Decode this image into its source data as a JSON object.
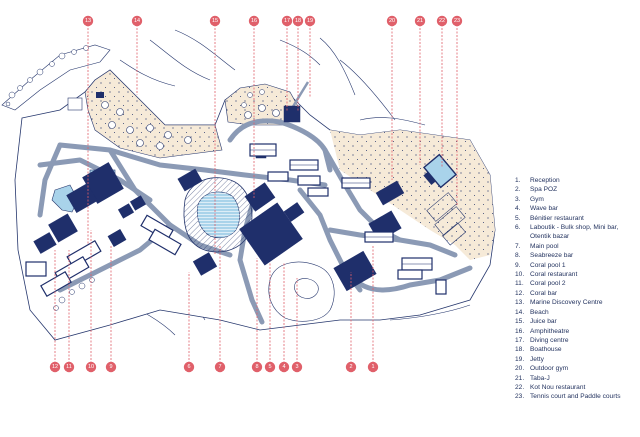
{
  "legend": [
    {
      "num": "1.",
      "label": "Reception"
    },
    {
      "num": "2.",
      "label": "Spa POZ"
    },
    {
      "num": "3.",
      "label": "Gym"
    },
    {
      "num": "4.",
      "label": "Wave bar"
    },
    {
      "num": "5.",
      "label": "Bénitier restaurant"
    },
    {
      "num": "6.",
      "label": "Laboutik - Bulk shop, Mini bar,"
    },
    {
      "num": "",
      "label": "Otentik bazar"
    },
    {
      "num": "7.",
      "label": "Main pool"
    },
    {
      "num": "8.",
      "label": "Seabreeze bar"
    },
    {
      "num": "9.",
      "label": "Coral pool 1"
    },
    {
      "num": "10.",
      "label": "Coral restaurant"
    },
    {
      "num": "11.",
      "label": "Coral pool 2"
    },
    {
      "num": "12.",
      "label": "Coral bar"
    },
    {
      "num": "13.",
      "label": "Marine Discovery Centre"
    },
    {
      "num": "14.",
      "label": "Beach"
    },
    {
      "num": "15.",
      "label": "Juice bar"
    },
    {
      "num": "16.",
      "label": "Amphitheatre"
    },
    {
      "num": "17.",
      "label": "Diving centre"
    },
    {
      "num": "18.",
      "label": "Boathouse"
    },
    {
      "num": "19.",
      "label": "Jetty"
    },
    {
      "num": "20.",
      "label": "Outdoor gym"
    },
    {
      "num": "21.",
      "label": "Taba-J"
    },
    {
      "num": "22.",
      "label": "Kot Nou restaurant"
    },
    {
      "num": "23.",
      "label": "Tennis court and Paddle courts"
    }
  ],
  "pins_top": [
    "13",
    "14",
    "15",
    "16",
    "17",
    "18",
    "19",
    "20",
    "21",
    "22",
    "23"
  ],
  "pins_bottom": [
    "12",
    "11",
    "10",
    "9",
    "6",
    "7",
    "8",
    "5",
    "4",
    "3",
    "2",
    "1"
  ],
  "colors": {
    "navy": "#1f2f6b",
    "road": "#8b9ab5",
    "pin": "#e0606a",
    "sand": "#f6ead8",
    "pool": "#a9d3ea",
    "outline": "#26376d"
  }
}
